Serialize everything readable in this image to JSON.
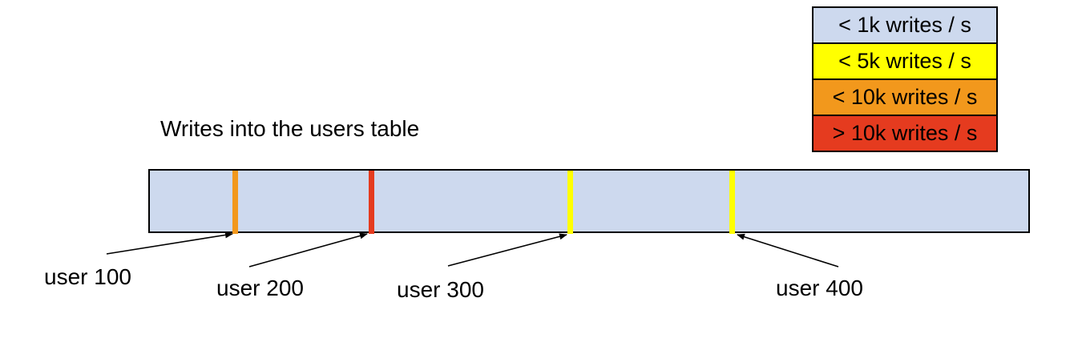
{
  "title": "Writes into the users table",
  "colors": {
    "bar_fill": "#cdd9ee",
    "yellow": "#ffff00",
    "orange": "#f2981c",
    "red": "#e53b1f",
    "outline": "#000000"
  },
  "legend": {
    "items": [
      {
        "label": "< 1k writes / s",
        "color": "#cdd9ee"
      },
      {
        "label": "< 5k writes / s",
        "color": "#ffff00"
      },
      {
        "label": "< 10k writes / s",
        "color": "#f2981c"
      },
      {
        "label": "> 10k writes / s",
        "color": "#e53b1f"
      }
    ]
  },
  "bar": {
    "fill": "#cdd9ee"
  },
  "markers": [
    {
      "user": "user 100",
      "write_rate": "< 10k writes / s",
      "color": "#f2981c"
    },
    {
      "user": "user 200",
      "write_rate": "> 10k writes / s",
      "color": "#e53b1f"
    },
    {
      "user": "user 300",
      "write_rate": "< 5k writes / s",
      "color": "#ffff00"
    },
    {
      "user": "user 400",
      "write_rate": "< 5k writes / s",
      "color": "#ffff00"
    }
  ]
}
